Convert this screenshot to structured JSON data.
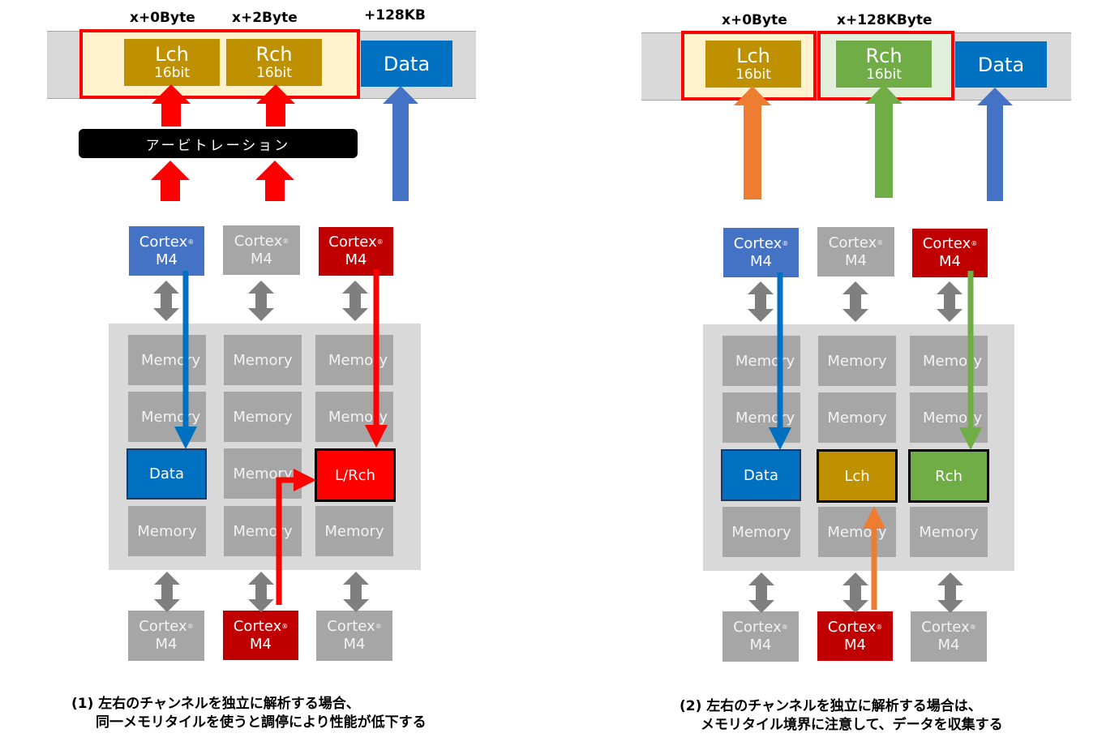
{
  "left": {
    "addr_labels": [
      "x+0Byte",
      "x+2Byte",
      "+128KB"
    ],
    "channels": [
      {
        "name": "Lch",
        "bits": "16bit"
      },
      {
        "name": "Rch",
        "bits": "16bit"
      }
    ],
    "data_label": "Data",
    "arbitration": "アービトレーション",
    "cpu_top": [
      "Cortex",
      "Cortex",
      "Cortex"
    ],
    "cpu_bottom": [
      "Cortex",
      "Cortex",
      "Cortex"
    ],
    "cpu_mark": "®",
    "cpu_model": "M4",
    "memory_label": "Memory",
    "tile_data": "Data",
    "tile_lrch": "L/Rch",
    "caption_line1": "(1) 左右のチャンネルを独立に解析する場合、",
    "caption_line2": "同一メモリタイルを使うと調停により性能が低下する"
  },
  "right": {
    "addr_labels": [
      "x+0Byte",
      "x+128KByte"
    ],
    "channels": [
      {
        "name": "Lch",
        "bits": "16bit"
      },
      {
        "name": "Rch",
        "bits": "16bit"
      }
    ],
    "data_label": "Data",
    "cpu_top": [
      "Cortex",
      "Cortex",
      "Cortex"
    ],
    "cpu_bottom": [
      "Cortex",
      "Cortex",
      "Cortex"
    ],
    "cpu_mark": "®",
    "cpu_model": "M4",
    "memory_label": "Memory",
    "tile_data": "Data",
    "tile_lch": "Lch",
    "tile_rch": "Rch",
    "caption_line1": "(2) 左右のチャンネルを独立に解析する場合は、",
    "caption_line2": "メモリタイル境界に注意して、データを収集する"
  },
  "colors": {
    "gold": "#bf9000",
    "blue": "#0070c0",
    "lightblue": "#4472c4",
    "red": "#c00000",
    "brightred": "#ff0000",
    "green": "#70ad47",
    "orange": "#ed7d31",
    "gray": "#a6a6a6",
    "panel": "#d9d9d9"
  }
}
